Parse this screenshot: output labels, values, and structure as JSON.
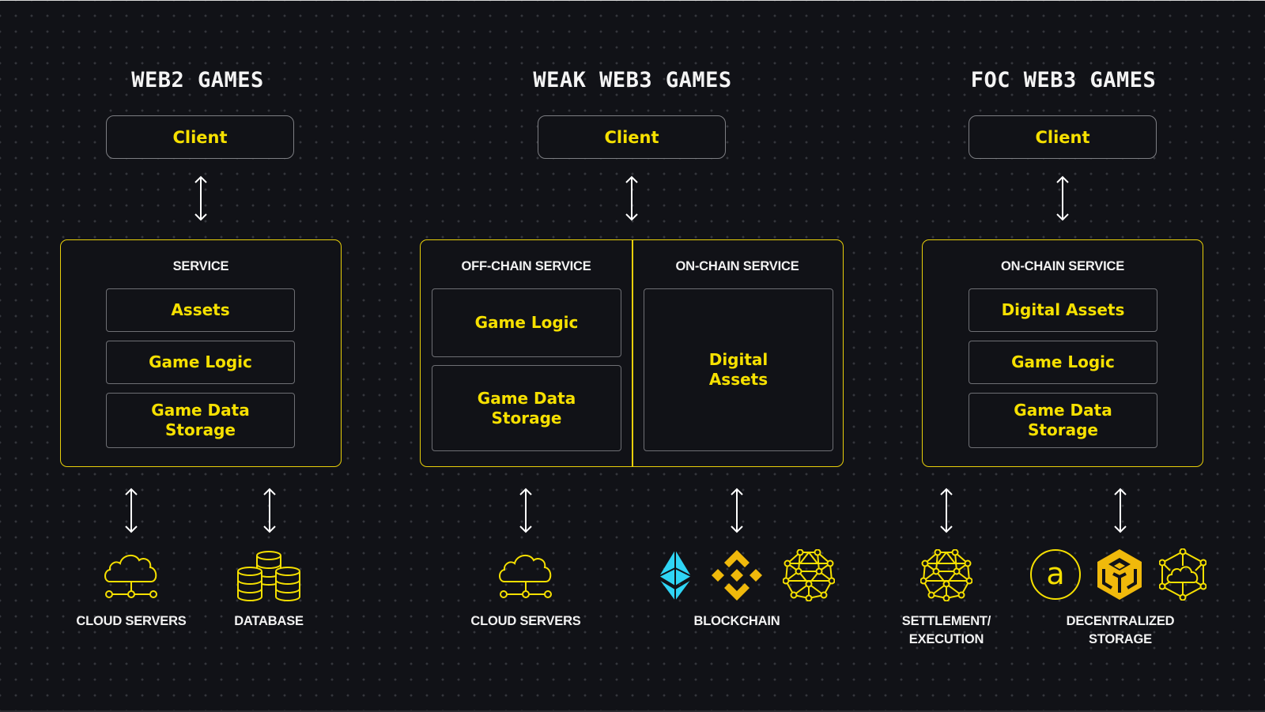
{
  "colors": {
    "background": "#111217",
    "accent_yellow": "#f6e000",
    "service_border": "#e8cf0a",
    "box_border": "#6e6f74",
    "title_white": "#f4f4f4",
    "ethereum_cyan": "#2fd5f5",
    "binance_gold": "#f0b90b"
  },
  "columns": [
    {
      "title": "WEB2 GAMES",
      "client_label": "Client",
      "service": {
        "label": "SERVICE",
        "items": [
          "Assets",
          "Game Logic",
          "Game Data\nStorage"
        ]
      },
      "backends": [
        {
          "label": "CLOUD SERVERS",
          "icons": [
            "cloud-server-icon"
          ]
        },
        {
          "label": "DATABASE",
          "icons": [
            "database-icon"
          ]
        }
      ]
    },
    {
      "title": "WEAK WEB3 GAMES",
      "client_label": "Client",
      "services": [
        {
          "label": "OFF-CHAIN SERVICE",
          "items": [
            "Game Logic",
            "Game Data\nStorage"
          ]
        },
        {
          "label": "ON-CHAIN SERVICE",
          "items": [
            "Digital\nAssets"
          ]
        }
      ],
      "backends": [
        {
          "label": "CLOUD SERVERS",
          "icons": [
            "cloud-server-icon"
          ]
        },
        {
          "label": "BLOCKCHAIN",
          "icons": [
            "ethereum-icon",
            "binance-icon",
            "network-sphere-icon"
          ]
        }
      ]
    },
    {
      "title": "FOC WEB3 GAMES",
      "client_label": "Client",
      "service": {
        "label": "ON-CHAIN SERVICE",
        "items": [
          "Digital Assets",
          "Game Logic",
          "Game Data\nStorage"
        ]
      },
      "backends": [
        {
          "label": "SETTLEMENT/\nEXECUTION",
          "icons": [
            "network-sphere-icon"
          ]
        },
        {
          "label": "DECENTRALIZED\nSTORAGE",
          "icons": [
            "arweave-icon",
            "bnb-greenfield-icon",
            "cloud-hexagon-icon"
          ]
        }
      ]
    }
  ]
}
